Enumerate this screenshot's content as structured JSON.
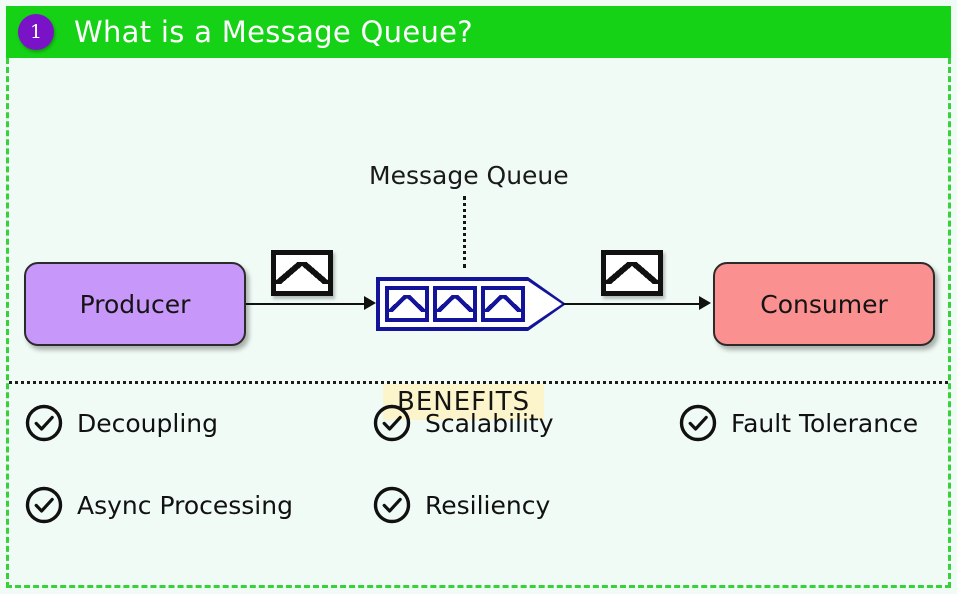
{
  "slide": {
    "number": "1",
    "title": "What is a Message Queue?",
    "header_color": "#16d216",
    "badge_color": "#7a12c8",
    "background_color": "#f1fbf6",
    "frame_border_color": "#37d13a"
  },
  "diagram": {
    "queue_label": "Message Queue",
    "producer": {
      "label": "Producer",
      "color": "#c797f9"
    },
    "consumer": {
      "label": "Consumer",
      "color": "#fa9090"
    },
    "queue": {
      "color": "#14149b",
      "message_count": 3,
      "messages": [
        "envelope-icon",
        "envelope-icon",
        "envelope-icon"
      ]
    },
    "transit_icons": [
      "envelope-icon",
      "envelope-icon"
    ],
    "arrows": [
      "producer-to-queue-arrow",
      "queue-to-consumer-arrow"
    ]
  },
  "benefits": {
    "title": "BENEFITS",
    "title_highlight_color": "#fcf5cc",
    "rows": [
      [
        {
          "label": "Decoupling",
          "icon": "check-circle-icon"
        },
        {
          "label": "Scalability",
          "icon": "check-circle-icon"
        },
        {
          "label": "Fault Tolerance",
          "icon": "check-circle-icon"
        }
      ],
      [
        {
          "label": "Async Processing",
          "icon": "check-circle-icon"
        },
        {
          "label": "Resiliency",
          "icon": "check-circle-icon"
        },
        {
          "label": "",
          "icon": ""
        }
      ]
    ]
  }
}
